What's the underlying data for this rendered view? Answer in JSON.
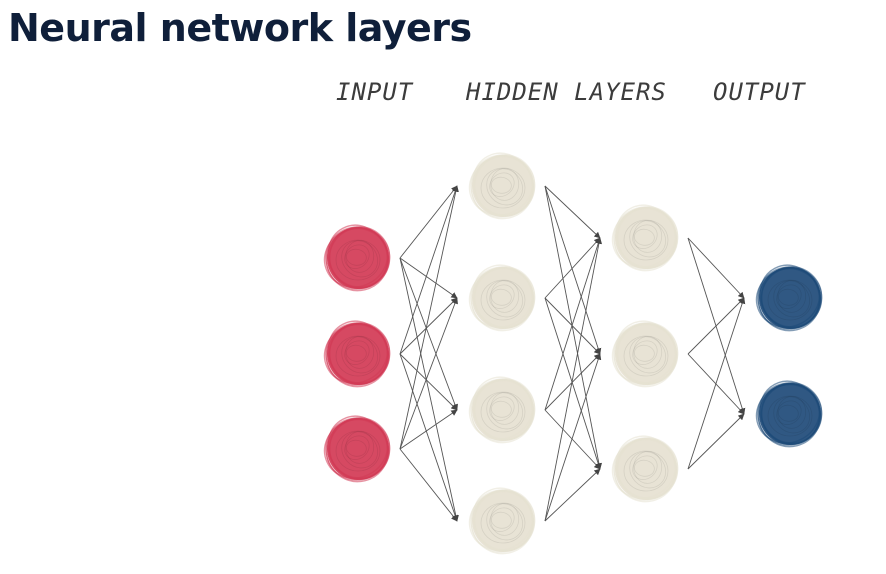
{
  "title": "Neural network layers",
  "labels": {
    "input": "INPUT",
    "hidden": "HIDDEN LAYERS",
    "output": "OUTPUT"
  },
  "colors": {
    "input_node": "#d23a55",
    "hidden_node": "#e6e1d1",
    "output_node": "#1e4a78",
    "edge": "#555555",
    "title": "#0f1f3a"
  },
  "network": {
    "layers": [
      {
        "name": "input",
        "nodes": 3
      },
      {
        "name": "hidden-1",
        "nodes": 4
      },
      {
        "name": "hidden-2",
        "nodes": 3
      },
      {
        "name": "output",
        "nodes": 2
      }
    ],
    "connectivity": "fully-connected"
  }
}
